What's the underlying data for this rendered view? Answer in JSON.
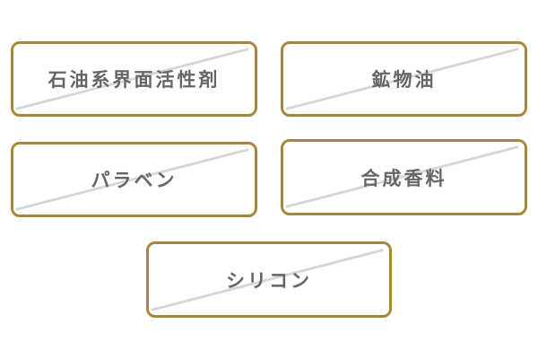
{
  "colors": {
    "border": "#a8873a",
    "text": "#666666",
    "strike": "#d6d6d6",
    "background": "#ffffff"
  },
  "items": [
    {
      "label": "石油系界面活性剤",
      "icon": "strikethrough-line"
    },
    {
      "label": "鉱物油",
      "icon": "strikethrough-line"
    },
    {
      "label": "パラベン",
      "icon": "strikethrough-line"
    },
    {
      "label": "合成香料",
      "icon": "strikethrough-line"
    },
    {
      "label": "シリコン",
      "icon": "strikethrough-line"
    }
  ]
}
